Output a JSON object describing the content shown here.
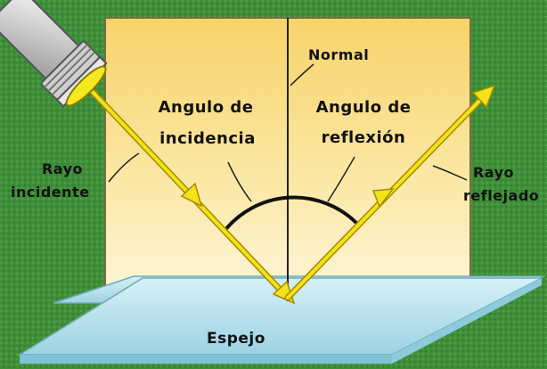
{
  "labels": {
    "normal": "Normal",
    "angulo_incidencia": [
      "Angulo de",
      "incidencia"
    ],
    "angulo_reflexion": [
      "Angulo de",
      "reflexión"
    ],
    "rayo_incidente": [
      "Rayo",
      "incidente"
    ],
    "rayo_reflejado": [
      "Rayo",
      "reflejado"
    ],
    "espejo": "Espejo"
  },
  "colors": {
    "background": "#3f8f3a",
    "board_top": "#f7d36a",
    "board_bottom": "#fdf6dc",
    "mirror": "#b7e3ee",
    "ray": "#f2e31a",
    "ray_outline": "#a88a00"
  },
  "icons": [
    "flashlight-icon"
  ]
}
